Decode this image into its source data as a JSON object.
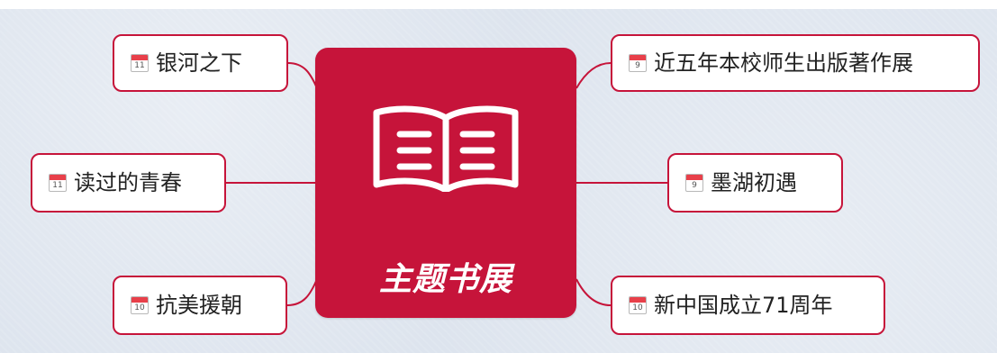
{
  "center": {
    "title": "主题书展",
    "icon": "open-book-icon"
  },
  "topics": [
    {
      "label": "银河之下",
      "calendar_day": "11"
    },
    {
      "label": "读过的青春",
      "calendar_day": "11"
    },
    {
      "label": "抗美援朝",
      "calendar_day": "10"
    },
    {
      "label": "近五年本校师生出版著作展",
      "calendar_day": "9"
    },
    {
      "label": "墨湖初遇",
      "calendar_day": "9"
    },
    {
      "label": "新中国成立71周年",
      "calendar_day": "10"
    }
  ],
  "colors": {
    "accent": "#c6143a",
    "background": "#dde4ee",
    "topic_background": "#ffffff",
    "calendar_header": "#e8404a"
  }
}
